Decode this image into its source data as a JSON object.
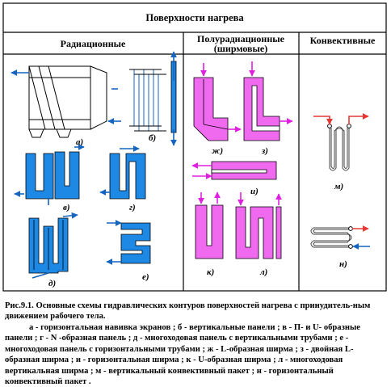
{
  "header": {
    "title": "Поверхности нагрева",
    "col_radiation": "Радиационные",
    "col_semi_line1": "Полурадиационные",
    "col_semi_line2": "(ширмовые)",
    "col_convective": "Конвективные"
  },
  "labels": {
    "a": "а)",
    "b": "б)",
    "v": "в)",
    "g": "г)",
    "d": "д)",
    "e": "е)",
    "zh": "ж)",
    "z": "з)",
    "i": "и)",
    "k": "к)",
    "l": "л)",
    "m": "м)",
    "n": "н)"
  },
  "caption": {
    "title": "Рис.9.1. Основные схемы гидравлических контуров поверхностей нагрева с принудитель-ным движением рабочего тела.",
    "legend": "а - горизонтальная навивка экранов ; б - вертикальные панели ; в - П- и U- образные панели ; г - N -образная панель ; д - многоходовая панель с вертикальными трубами ; е - многоходовая панель с горизонтальными трубами ; ж - L-образная ширма ; з - двойная L-образная ширма ; и - горизонтальная ширма ; к - U-образная ширма ; л - многоходовая вертикальная ширма ; м - вертикальный конвективный пакет ; н - горизонтальный конвективный пакет ."
  },
  "colors": {
    "radiation_fill": "#1e88e5",
    "semi_fill": "#f06af0",
    "arrow_blue": "#1565c0",
    "arrow_magenta": "#e020e0",
    "arrow_red": "#e53935"
  }
}
